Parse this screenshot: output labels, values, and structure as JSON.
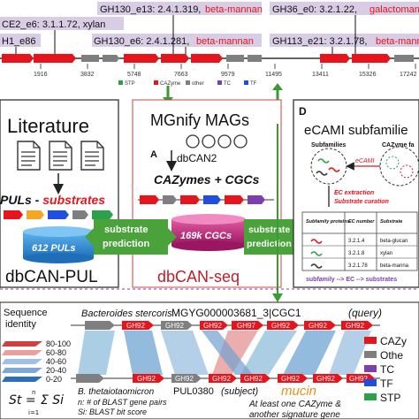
{
  "top_labels": {
    "gh130_e13": "GH130_e13: 2.4.1.319,",
    "gh130_e13_sub": "beta-mannan",
    "gh36_e0": "GH36_e0: 3.2.1.22,",
    "gh36_e0_sub": "galactomann",
    "ce2_e6": "CE2_e6: 3.1.1.72, xylan",
    "h1_e86": "H1_e86",
    "gh130_e6": "GH130_e6: 2.4.1.281,",
    "gh130_e6_sub": "beta-mannan",
    "gh113_e21": "GH113_e21: 3.2.1.78,",
    "gh113_e21_sub": "beta-mannan"
  },
  "ticks": [
    "1916",
    "3832",
    "5748",
    "7663",
    "9579",
    "11495",
    "13411",
    "15326",
    "17242"
  ],
  "legend_top": [
    "STP",
    "CAZyme",
    "other",
    "TC",
    "TF"
  ],
  "literature": {
    "title": "Literature",
    "puls": "PULs",
    "dash": " - ",
    "substrates": "substrates",
    "count": "612 PULs",
    "name": "dbCAN-PUL"
  },
  "mgnify": {
    "title": "MGnify MAGs",
    "step_letter": "A",
    "tool": "dbCAN2",
    "result": "CAZymes + CGCs",
    "count": "169k CGCs",
    "name": "dbCAN-seq"
  },
  "arrows": {
    "left_line1": "substrate",
    "left_line2": "prediction",
    "right_line1": "substrate",
    "right_line2": "prediction"
  },
  "ecami": {
    "letter": "D",
    "title": "eCAMI subfamilie",
    "subfamilies": "Subfamilies",
    "cazyme_fam": "CAZyme fa",
    "ecami_tag": "eCAMI",
    "ec_extraction": "EC extraction",
    "substrate_curation": "Substrate curation",
    "table_head": [
      "Subfamily proteins",
      "EC number",
      "Substrate"
    ],
    "rows": [
      [
        "3.2.1.4",
        "beta-glucan"
      ],
      [
        "3.2.1.8",
        "xylan"
      ],
      [
        "3.2.1.78",
        "beta-manna"
      ]
    ],
    "flow": "subfamily --> EC --> substrates"
  },
  "bottom": {
    "seq_identity_1": "Sequence",
    "seq_identity_2": "identity",
    "identity_bins": [
      "80-100",
      "60-80",
      "40-60",
      "20-40",
      "0-20"
    ],
    "query_species": "Bacteroides stercoris",
    "query_id": "MGYG000003681_3|CGC1",
    "query_tag": "(query)",
    "gene_top": [
      "GH92",
      "GH92",
      "GH92",
      "GH97",
      "GH92",
      "GH92",
      "GH92"
    ],
    "gene_bottom": [
      "GH92",
      "GH92",
      "GH92",
      "GH92",
      "GH92",
      "GH92",
      "GH92"
    ],
    "subject_species": "B. thetaiotaomicron",
    "subject_pul": "PUL0380",
    "subject_tag": "(subject)",
    "mucin": "mucin",
    "note1": "At least one CAZyme &",
    "note2": "another signature gene",
    "formula_St": "St =",
    "formula_sum": "Σ Si",
    "formula_n": "n",
    "formula_i": "i=1",
    "def_n": "n: # of BLAST gene pairs",
    "def_si": "Si: BLAST bit score",
    "legend": [
      "CAZy",
      "Othe",
      "TC",
      "TF",
      "STP"
    ]
  },
  "colors": {
    "cazyme": "#e8141b",
    "other": "#7f7f7f",
    "tc": "#7b3fb0",
    "tf": "#1f4fe0",
    "stp": "#2ba24a",
    "green_box": "#4aa23a",
    "pink_label": "#d9cde6",
    "cgc_magenta": "#c0207a",
    "pul_blue": "#2f8fd8"
  }
}
